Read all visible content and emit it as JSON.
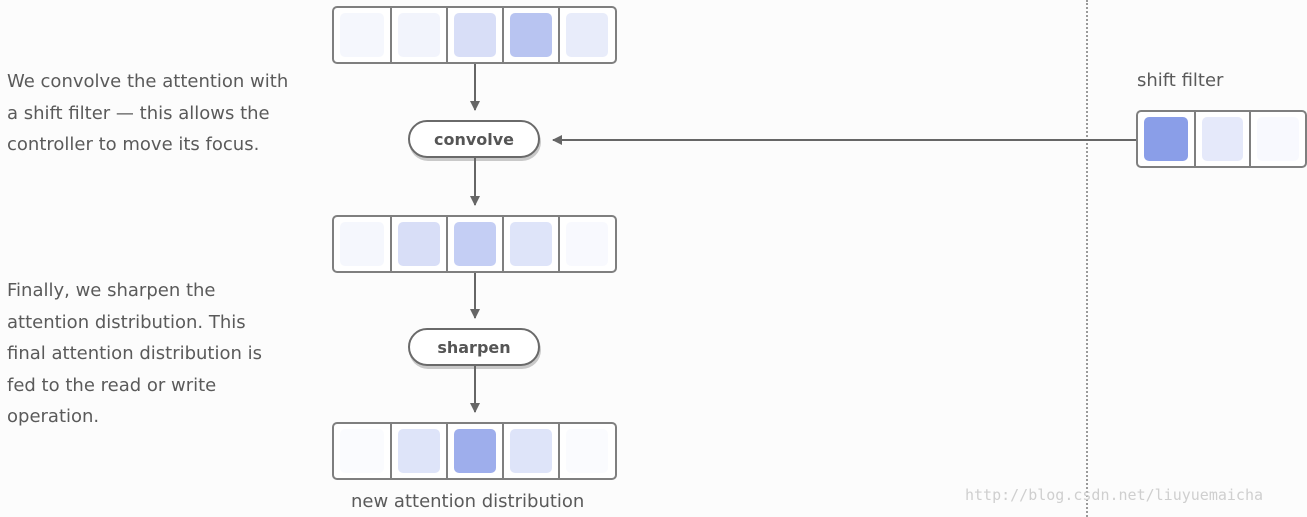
{
  "explanations": {
    "convolve_text": "We convolve the attention with\na shift filter — this allows the\ncontroller to move its focus.",
    "sharpen_text": "Finally, we sharpen the\nattention distribution. This\nfinal attention distribution is\nfed to the read or write\noperation."
  },
  "operations": {
    "convolve_label": "convolve",
    "sharpen_label": "sharpen"
  },
  "labels": {
    "shift_filter": "shift filter",
    "new_distribution": "new attention distribution"
  },
  "watermark": "http://blog.csdn.net/liuyuemaicha",
  "distributions": {
    "input": [
      0.08,
      0.1,
      0.3,
      0.55,
      0.18
    ],
    "convolved": [
      0.08,
      0.3,
      0.45,
      0.25,
      0.05
    ],
    "sharpened": [
      0.02,
      0.25,
      0.75,
      0.25,
      0.02
    ],
    "shift_filter": [
      0.9,
      0.2,
      0.05
    ]
  },
  "colors": {
    "cell_accent": "#7d93e6",
    "border": "#7f7f7f",
    "arrow": "#666666"
  }
}
